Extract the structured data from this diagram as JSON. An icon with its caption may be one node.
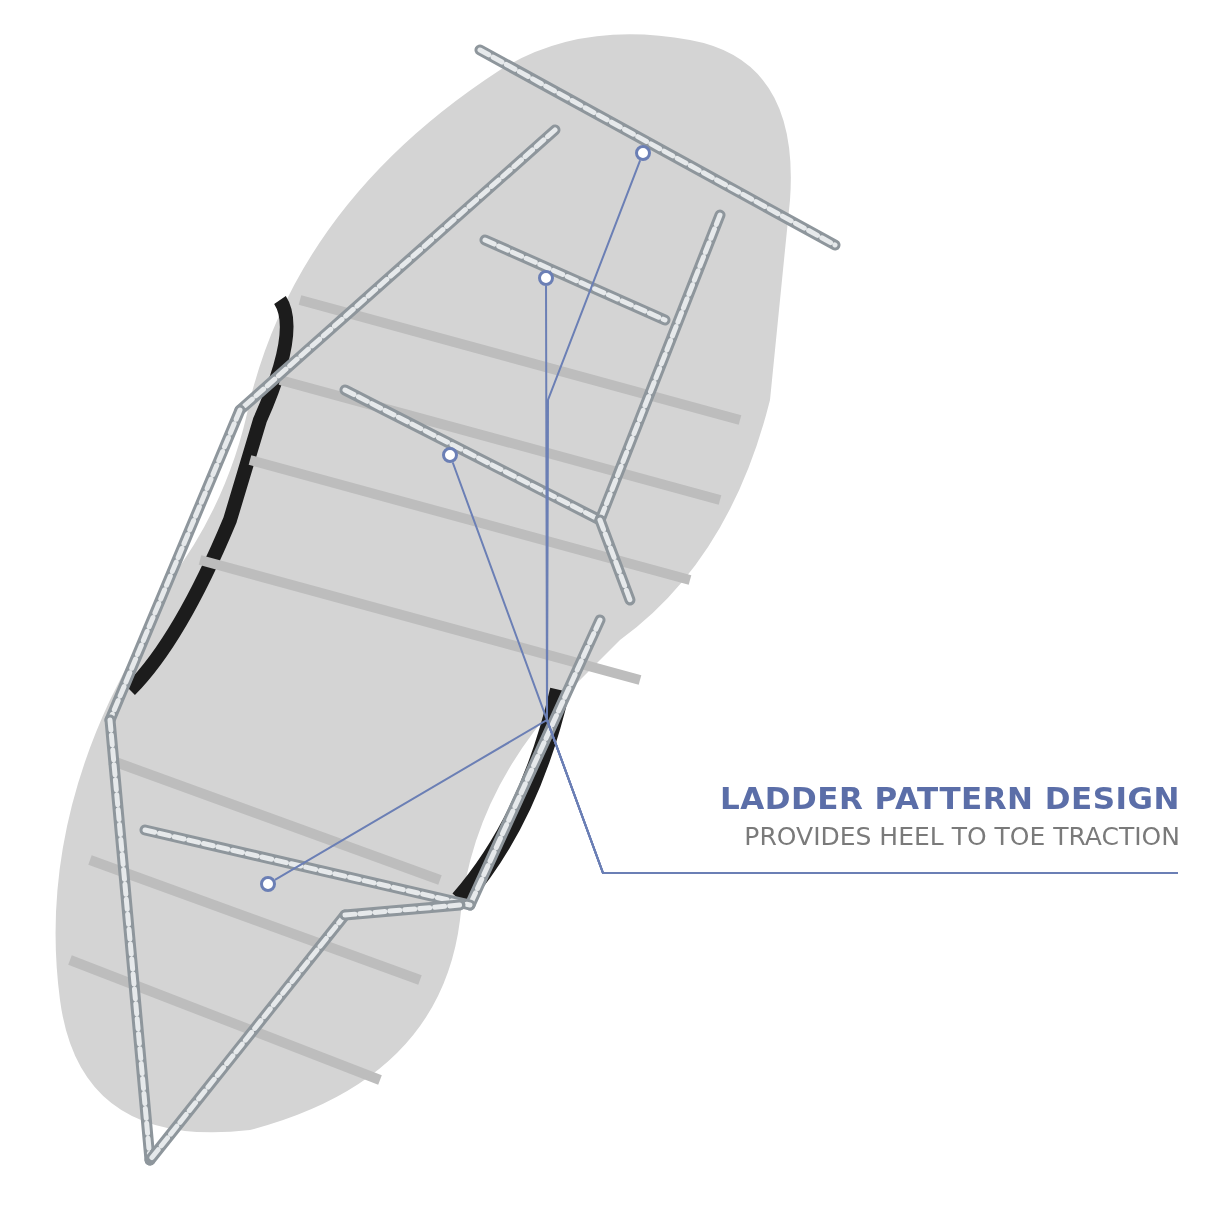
{
  "diagram": {
    "nodes": [
      {
        "text": [
          "LADDER PATTERN DESIGN",
          "PROVIDES HEEL TO TOE TRACTION"
        ]
      },
      {
        "text": [],
        "shape": "circle"
      },
      {
        "text": [],
        "shape": "circle"
      },
      {
        "text": [],
        "shape": "circle"
      },
      {
        "text": [],
        "shape": "circle"
      }
    ],
    "edges": [
      {
        "from": 0,
        "to": 1,
        "arrow": "none"
      },
      {
        "from": 0,
        "to": 2,
        "arrow": "none"
      },
      {
        "from": 0,
        "to": 3,
        "arrow": "none"
      },
      {
        "from": 0,
        "to": 4,
        "arrow": "none"
      }
    ]
  }
}
